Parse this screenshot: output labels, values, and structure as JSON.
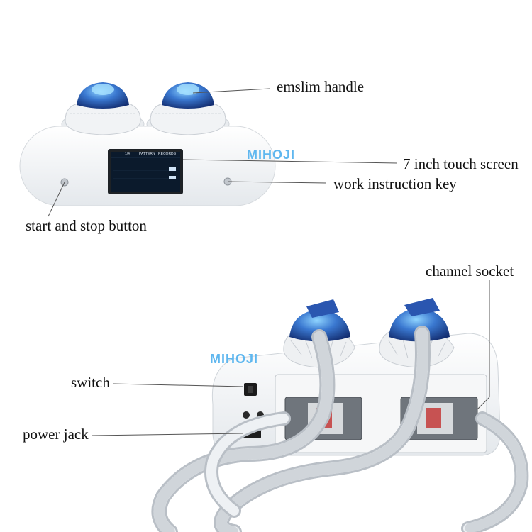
{
  "labels": {
    "emslim_handle": "emslim handle",
    "touch_screen": "7 inch touch screen",
    "work_instruction_key": "work instruction key",
    "start_stop_button": "start and stop button",
    "channel_socket": "channel socket",
    "switch": "switch",
    "power_jack": "power jack"
  },
  "watermark": {
    "text": "MIHOJI",
    "color": "#5fb7ef"
  },
  "screen": {
    "tab_1": "1/4",
    "tab_2": "PATTERN",
    "tab_3": "RECORDS"
  },
  "colors": {
    "handle_blue": "#1c3f8f",
    "body_white": "#f4f6f8",
    "screen_bg": "#0b1a2c"
  }
}
